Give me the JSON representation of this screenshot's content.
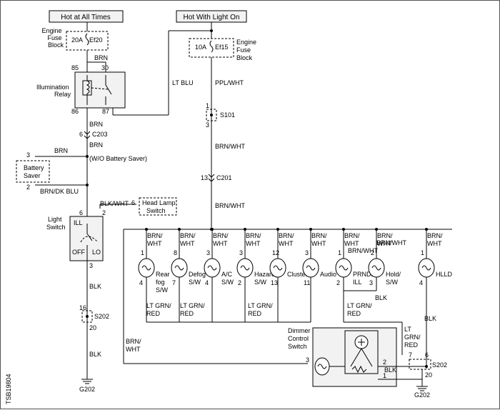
{
  "headers": {
    "hot_at_all_times": "Hot at All Times",
    "hot_with_light_on": "Hot With Light On"
  },
  "fuses": {
    "engine_fuse_block_left": "Engine\nFuse\nBlock",
    "ef20_rating": "20A",
    "ef20_id": "Ef20",
    "engine_fuse_block_right": "Engine\nFuse\nBlock",
    "ef15_rating": "10A",
    "ef15_id": "Ef15"
  },
  "relay": {
    "title": "Illumination\nRelay",
    "pin_85": "85",
    "pin_30": "30",
    "pin_86": "86",
    "pin_87": "87"
  },
  "wires": {
    "brn": "BRN",
    "lt_blu": "LT BLU",
    "ppl_wht": "PPL/WHT",
    "brn_wht": "BRN/WHT",
    "brn_dk_blu": "BRN/DK BLU",
    "blk_wht": "BLK/WHT",
    "blk": "BLK",
    "brn_slash": "BRN/\nWHT",
    "lt_grn_red": "LT GRN/\nRED",
    "lt_grn_red_v": "LT\nGRN/\nRED"
  },
  "connectors": {
    "c203": "C203",
    "c203_pin": "6",
    "c201": "C201",
    "c201_pin": "13",
    "s101": "S101",
    "s101_p1": "1",
    "s101_p3": "3",
    "s202_left": "S202",
    "s202_left_p16": "16",
    "s202_left_p20": "20",
    "s202_right": "S202",
    "s202_right_p7": "7",
    "s202_right_p6": "6",
    "s202_right_p20": "20"
  },
  "battery_saver": {
    "label": "Battery\nSaver",
    "pin_3": "3",
    "pin_2": "2",
    "note": "(W/O Battery Saver)"
  },
  "head_lamp_switch": {
    "label": "Head Lamp\nSwitch",
    "pin": "6"
  },
  "light_switch": {
    "label": "Light\nSwitch",
    "pin_6": "6",
    "pin_2": "2",
    "pin_3": "3",
    "ill": "ILL",
    "off": "OFF",
    "lo": "LO"
  },
  "lamps": [
    {
      "name": "Rear\nfog\nS/W",
      "top_pin": "1",
      "bot_pin": "4"
    },
    {
      "name": "Defog\nS/W",
      "top_pin": "8",
      "bot_pin": "7"
    },
    {
      "name": "A/C\nS/W",
      "top_pin": "3",
      "bot_pin": "4"
    },
    {
      "name": "Hazard\nS/W",
      "top_pin": "3",
      "bot_pin": "2"
    },
    {
      "name": "Cluster",
      "top_pin": "12",
      "bot_pin": "13"
    },
    {
      "name": "Audio",
      "top_pin": "3",
      "bot_pin": "11"
    },
    {
      "name": "PRNDL\nILL",
      "top_pin": "1",
      "bot_pin": "2"
    },
    {
      "name": "Hold/\nS/W",
      "top_pin": "2",
      "bot_pin": "3"
    },
    {
      "name": "HLLD",
      "top_pin": "1",
      "bot_pin": "4"
    }
  ],
  "dimmer": {
    "label": "Dimmer\nControl\nSwitch",
    "pin_3": "3",
    "pin_2": "2",
    "pin_1": "1"
  },
  "grounds": {
    "left": "G202",
    "right": "G202"
  },
  "doc_code": "TSB19804"
}
